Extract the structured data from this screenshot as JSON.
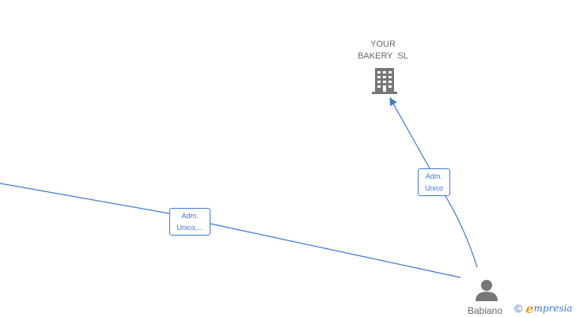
{
  "nodes": {
    "company": {
      "name": "YOUR BAKERY SL",
      "name_lines": [
        "YOUR",
        "BAKERY  SL"
      ],
      "icon": "building-icon"
    },
    "person": {
      "name": "Babiano",
      "icon": "person-icon"
    }
  },
  "edges": [
    {
      "label_lines": [
        "Adm.",
        "Unico,..."
      ]
    },
    {
      "label_lines": [
        "Adm.",
        "Unico"
      ]
    }
  ],
  "brand": {
    "copyright_symbol": "©",
    "initial": "e",
    "rest": "mpresia"
  },
  "colors": {
    "edge": "#3a78d6",
    "node_icon": "#777777",
    "label": "#666666",
    "brand_accent": "#f39a1b"
  }
}
